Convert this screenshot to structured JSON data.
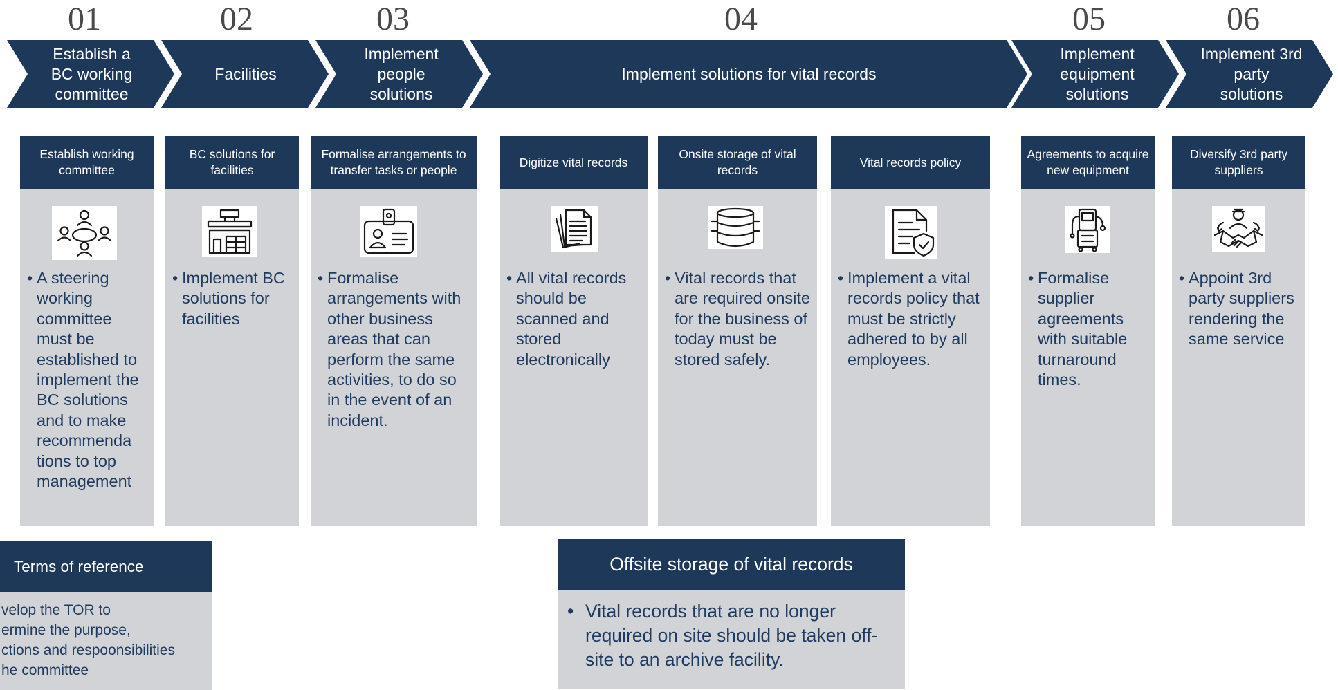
{
  "steps": [
    {
      "num": "01",
      "title": "Establish a BC working committee"
    },
    {
      "num": "02",
      "title": "Facilities"
    },
    {
      "num": "03",
      "title": "Implement people solutions"
    },
    {
      "num": "04",
      "title": "Implement solutions for vital records"
    },
    {
      "num": "05",
      "title": "Implement equipment solutions"
    },
    {
      "num": "06",
      "title": "Implement 3rd party solutions"
    }
  ],
  "cards": [
    {
      "heading": "Establish working committee",
      "icon": "meeting-table-icon",
      "bullet": "•",
      "text": "A steering working committee must be established to implement the BC solutions and to make recommenda tions to top management"
    },
    {
      "heading": "BC solutions for facilities",
      "icon": "building-icon",
      "bullet": "•",
      "text": "Implement BC solutions for facilities"
    },
    {
      "heading": "Formalise arrangements to transfer tasks or people",
      "icon": "id-badge-icon",
      "bullet": "•",
      "text": "Formalise arrangements with other business areas that can perform the same activities, to do so in the event of an incident."
    },
    {
      "heading": "Digitize vital records",
      "icon": "documents-icon",
      "bullet": "•",
      "text": "All vital records should be scanned and stored electronically"
    },
    {
      "heading": "Onsite storage of vital records",
      "icon": "database-icon",
      "bullet": "•",
      "text": "Vital records that are required onsite for the business of today must be stored safely."
    },
    {
      "heading": "Vital records policy",
      "icon": "policy-document-icon",
      "bullet": "•",
      "text": "Implement a vital records policy that must be strictly adhered to by all employees."
    },
    {
      "heading": "Agreements to acquire new equipment",
      "icon": "medical-equipment-icon",
      "bullet": "•",
      "text": "Formalise supplier agreements with suitable turnaround times."
    },
    {
      "heading": "Diversify 3rd party suppliers",
      "icon": "handshake-icon",
      "bullet": "•",
      "text": "Appoint 3rd party suppliers rendering the same service"
    }
  ],
  "terms": {
    "heading": "Terms of reference",
    "lines": [
      "velop the TOR to",
      "ermine the purpose,",
      "ctions and respoonsibilities",
      "he committee"
    ]
  },
  "offsite": {
    "heading": "Offsite storage of vital records",
    "bullet": "•",
    "text": "Vital records that are no longer required on site should be taken off-site to an archive  facility."
  },
  "colors": {
    "navy": "#1e3859",
    "grey": "#d1d3d7",
    "text": "#1f3a5f"
  }
}
